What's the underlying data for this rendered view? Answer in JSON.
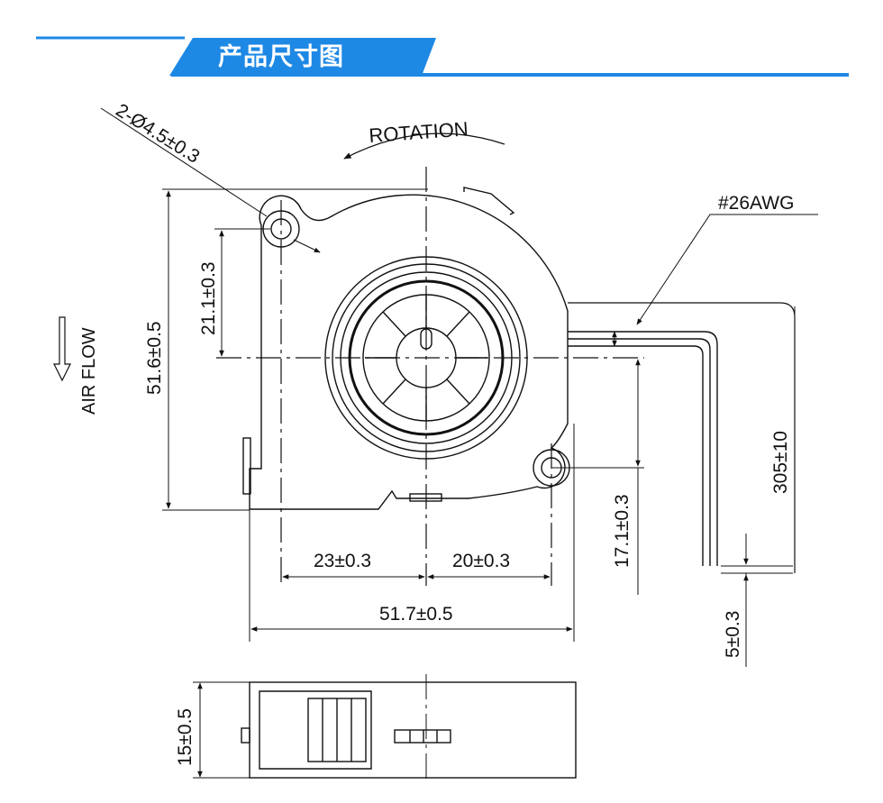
{
  "header": {
    "title": "产品尺寸图",
    "accent_color": "#1e88e5"
  },
  "drawing": {
    "rotation_label": "ROTATION",
    "mount_hole_label": "2-Ø4.5±0.3",
    "wire_gauge_label": "#26AWG",
    "airflow_label": "AIR FLOW",
    "dim_height": "51.6±0.5",
    "dim_hole_offset_vertical": "21.1±0.3",
    "dim_left_to_center": "23±0.3",
    "dim_center_to_hole": "20±0.3",
    "dim_width": "51.7±0.5",
    "dim_hole_to_center_vertical": "17.1±0.3",
    "dim_wire_length": "305±10",
    "dim_wire_strip": "5±0.3",
    "dim_thickness": "15±0.5"
  }
}
